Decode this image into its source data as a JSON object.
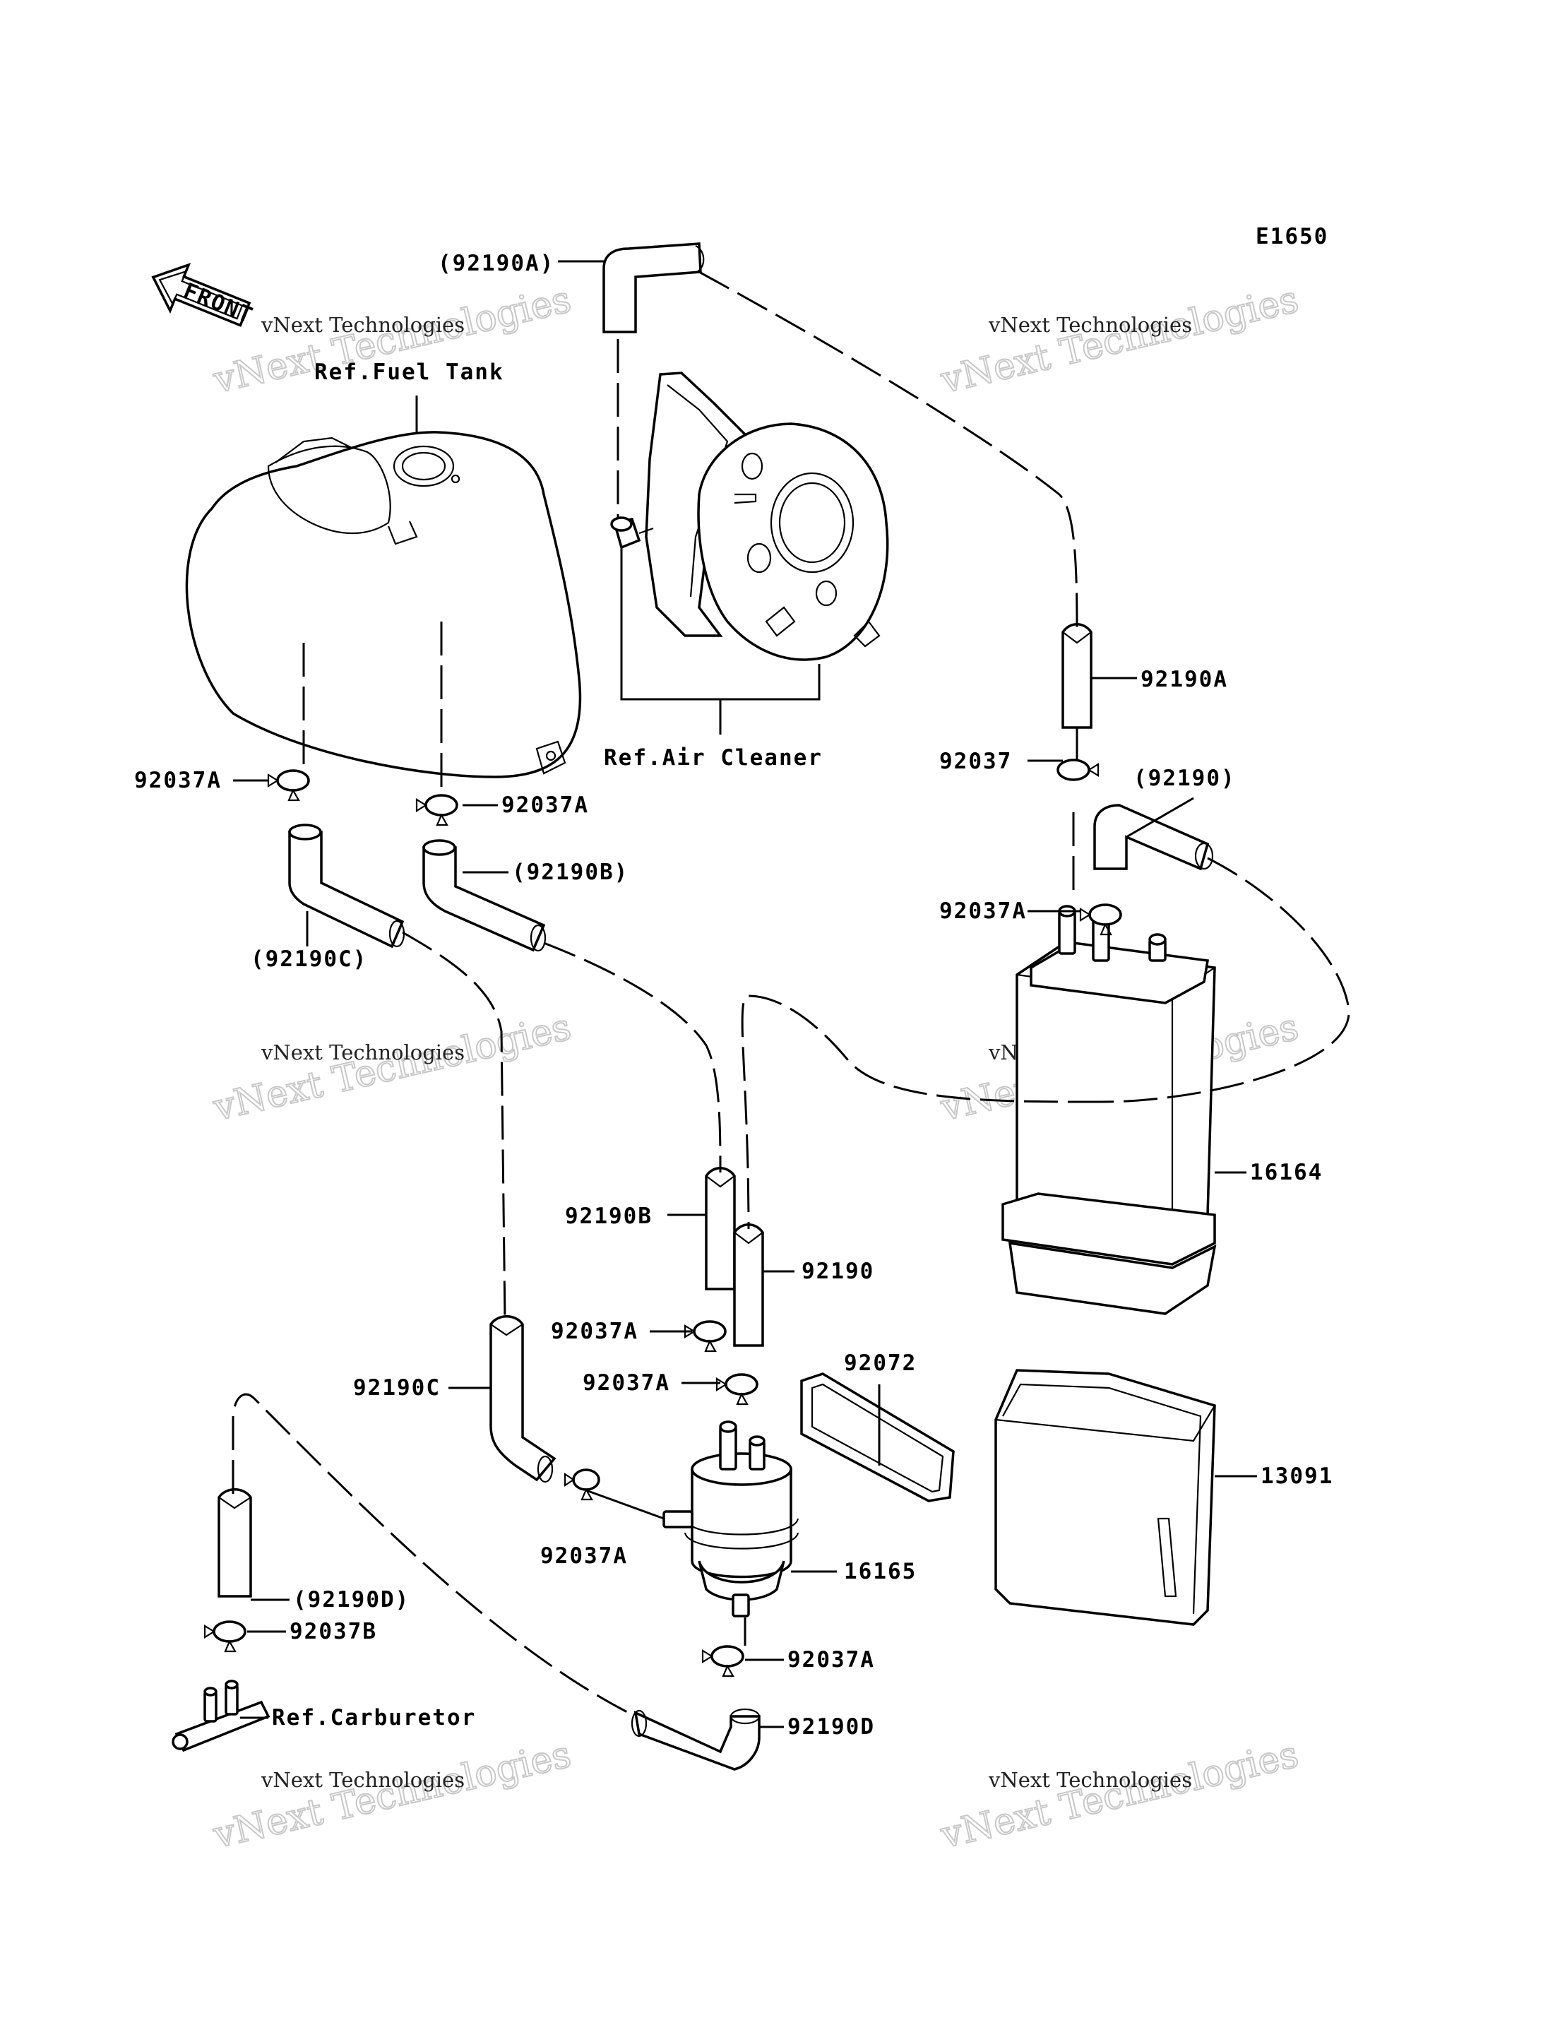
{
  "diagram_id": "E1650",
  "front_label": "FRONT",
  "watermark": {
    "line1": "vNext Technologies",
    "big": "vNext Technologies"
  },
  "callouts": {
    "hose_92190A_ref": "(92190A)",
    "ref_fuel_tank": "Ref.Fuel Tank",
    "hose_92190A": "92190A",
    "ref_air_cleaner": "Ref.Air Cleaner",
    "clamp_92037_top": "92037",
    "hose_92190_ref": "(92190)",
    "clamp_92037A_left": "92037A",
    "clamp_92037A_mid": "92037A",
    "hose_92190B_ref": "(92190B)",
    "hose_92190C_ref": "(92190C)",
    "clamp_92037A_canister": "92037A",
    "canister_16164": "16164",
    "hose_92190B": "92190B",
    "hose_92190": "92190",
    "clamp_92037A_b1": "92037A",
    "clamp_92037A_b2": "92037A",
    "band_92072": "92072",
    "hose_92190C": "92190C",
    "bracket_13091": "13091",
    "clamp_92037A_sep": "92037A",
    "separator_16165": "16165",
    "hose_92190D_ref": "(92190D)",
    "clamp_92037B": "92037B",
    "clamp_92037A_bottom": "92037A",
    "ref_carburetor": "Ref.Carburetor",
    "hose_92190D": "92190D"
  }
}
